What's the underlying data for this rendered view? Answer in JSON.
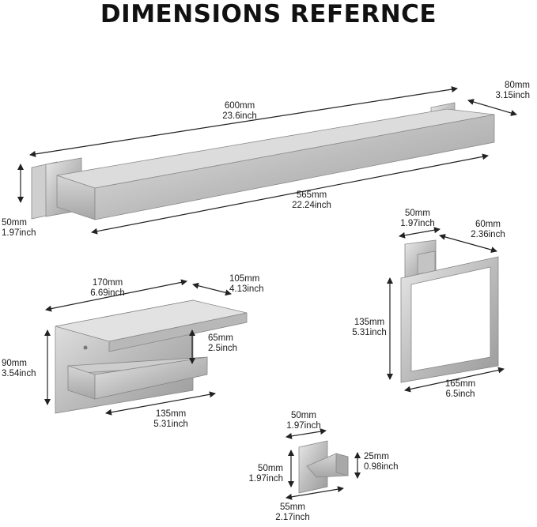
{
  "title": "DIMENSIONS REFERNCE",
  "towel_bar": {
    "length": {
      "mm": "600mm",
      "inch": "23.6inch"
    },
    "depth": {
      "mm": "80mm",
      "inch": "3.15inch"
    },
    "base_height": {
      "mm": "50mm",
      "inch": "1.97inch"
    },
    "bar_length": {
      "mm": "565mm",
      "inch": "22.24inch"
    }
  },
  "towel_ring": {
    "base_width": {
      "mm": "50mm",
      "inch": "1.97inch"
    },
    "depth": {
      "mm": "60mm",
      "inch": "2.36inch"
    },
    "height": {
      "mm": "135mm",
      "inch": "5.31inch"
    },
    "width": {
      "mm": "165mm",
      "inch": "6.5inch"
    }
  },
  "paper_holder": {
    "shelf_width": {
      "mm": "170mm",
      "inch": "6.69inch"
    },
    "depth": {
      "mm": "105mm",
      "inch": "4.13inch"
    },
    "height": {
      "mm": "90mm",
      "inch": "3.54inch"
    },
    "gap": {
      "mm": "65mm",
      "inch": "2.5inch"
    },
    "arm_length": {
      "mm": "135mm",
      "inch": "5.31inch"
    }
  },
  "robe_hook": {
    "width": {
      "mm": "50mm",
      "inch": "1.97inch"
    },
    "height": {
      "mm": "50mm",
      "inch": "1.97inch"
    },
    "hook_height": {
      "mm": "25mm",
      "inch": "0.98inch"
    },
    "depth": {
      "mm": "55mm",
      "inch": "2.17inch"
    }
  }
}
